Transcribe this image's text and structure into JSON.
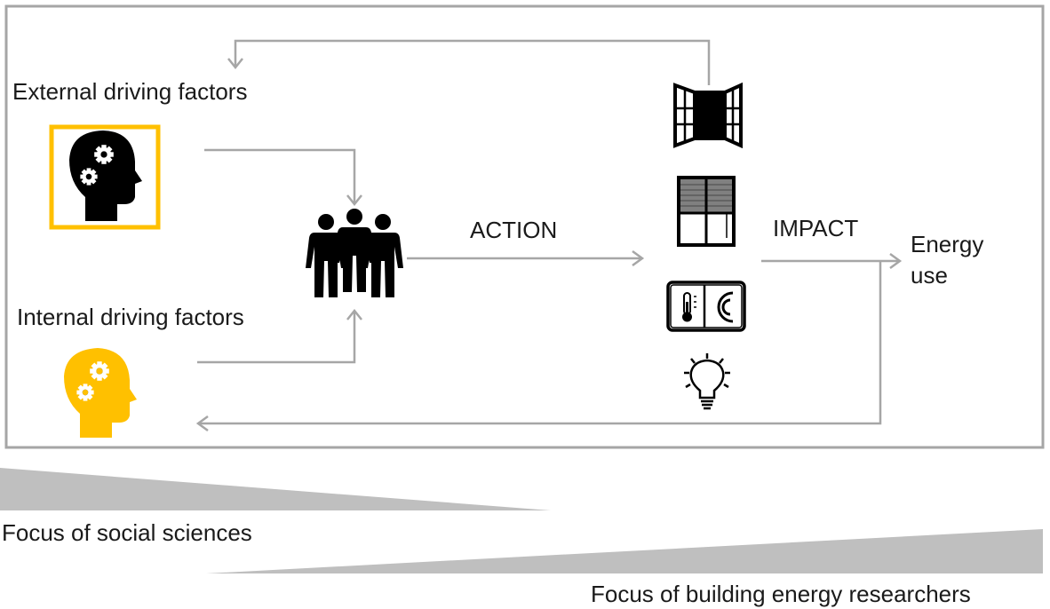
{
  "labels": {
    "external": "External driving factors",
    "internal": "Internal driving factors",
    "action": "ACTION",
    "impact": "IMPACT",
    "energy_use": "Energy use",
    "focus_social": "Focus of social sciences",
    "focus_building": "Focus of building energy researchers"
  },
  "icons": {
    "external_head": "head-gears-icon",
    "internal_head": "head-gears-icon",
    "people": "group-of-people-icon",
    "window": "open-window-icon",
    "blind": "window-blind-icon",
    "thermostat": "thermostat-icon",
    "light": "light-bulb-icon"
  },
  "colors": {
    "frame": "#a6a6a6",
    "arrow": "#a6a6a6",
    "highlight": "#ffc000",
    "icon": "#000000",
    "wedge": "#bfbfbf"
  }
}
